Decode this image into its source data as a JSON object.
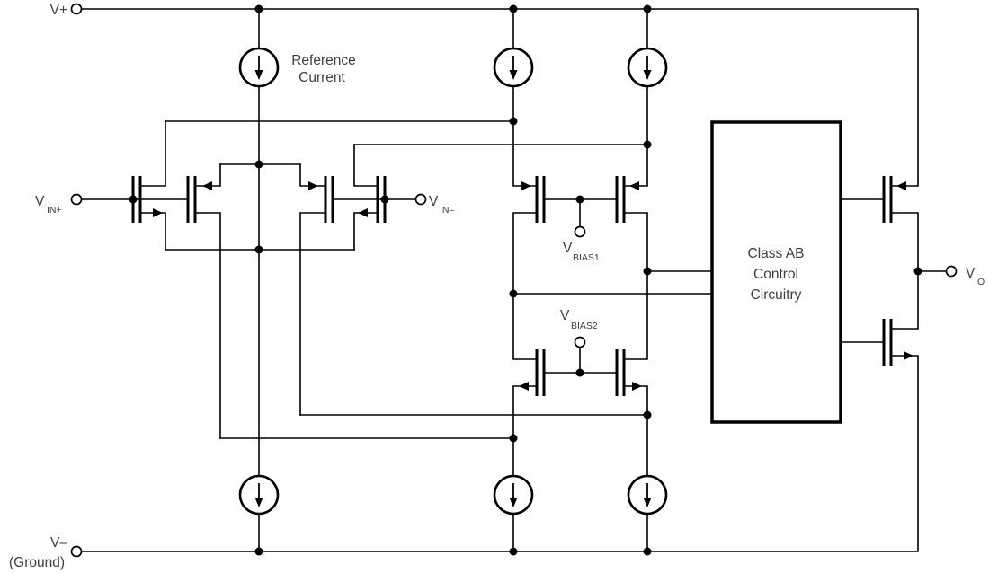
{
  "colors": {
    "wire": "#000000",
    "text": "#3e3e42",
    "background": "#ffffff"
  },
  "power": {
    "v_plus": "V+",
    "v_minus": "V–",
    "ground": "(Ground)"
  },
  "reference_current": {
    "line1": "Reference",
    "line2": "Current"
  },
  "inputs": {
    "vin_plus": {
      "main": "V",
      "sub": "IN+"
    },
    "vin_minus": {
      "main": "V",
      "sub": "IN–"
    }
  },
  "bias": {
    "vbias1": {
      "main": "V",
      "sub": "BIAS1"
    },
    "vbias2": {
      "main": "V",
      "sub": "BIAS2"
    }
  },
  "output": {
    "vo": {
      "main": "V",
      "sub": "O"
    }
  },
  "class_ab_box": {
    "line1": "Class AB",
    "line2": "Control",
    "line3": "Circuitry"
  }
}
